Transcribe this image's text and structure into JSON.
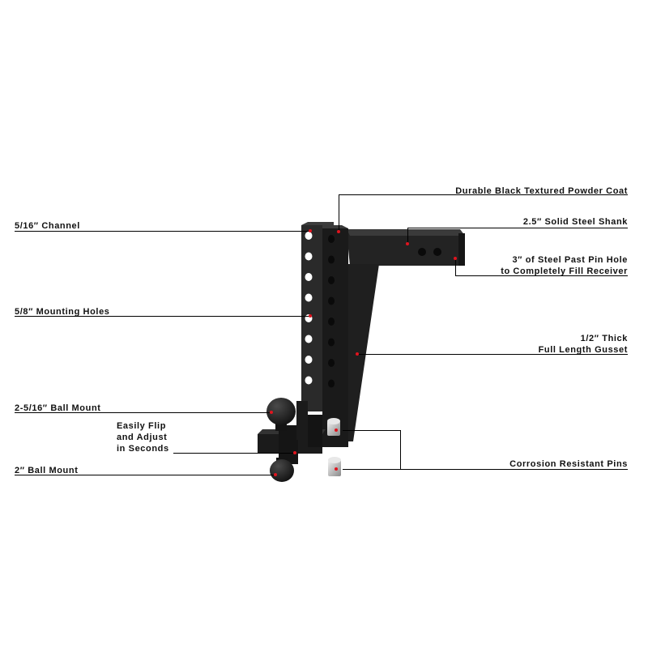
{
  "colors": {
    "background": "#ffffff",
    "text": "#111111",
    "leader_line": "#000000",
    "marker_dot": "#e0141e",
    "product_body": "#1c1c1c",
    "pin_metal": "#c9c9c9"
  },
  "labels": {
    "powder_coat": "Durable Black Textured Powder Coat",
    "channel": "5/16″ Channel",
    "shank": "2.5″ Solid Steel Shank",
    "pin_hole_line1": "3″ of Steel Past Pin Hole",
    "pin_hole_line2": "to Completely Fill Receiver",
    "mounting_holes": "5/8″ Mounting Holes",
    "gusset_line1": "1/2″ Thick",
    "gusset_line2": "Full Length Gusset",
    "ball_mount_large": "2-5/16″ Ball Mount",
    "flip_line1": "Easily Flip",
    "flip_line2": "and Adjust",
    "flip_line3": "in Seconds",
    "ball_mount_small": "2″ Ball Mount",
    "pins": "Corrosion Resistant Pins"
  },
  "product": {
    "name_icon": "drop-hitch-image",
    "channel_hole_count": 8
  }
}
